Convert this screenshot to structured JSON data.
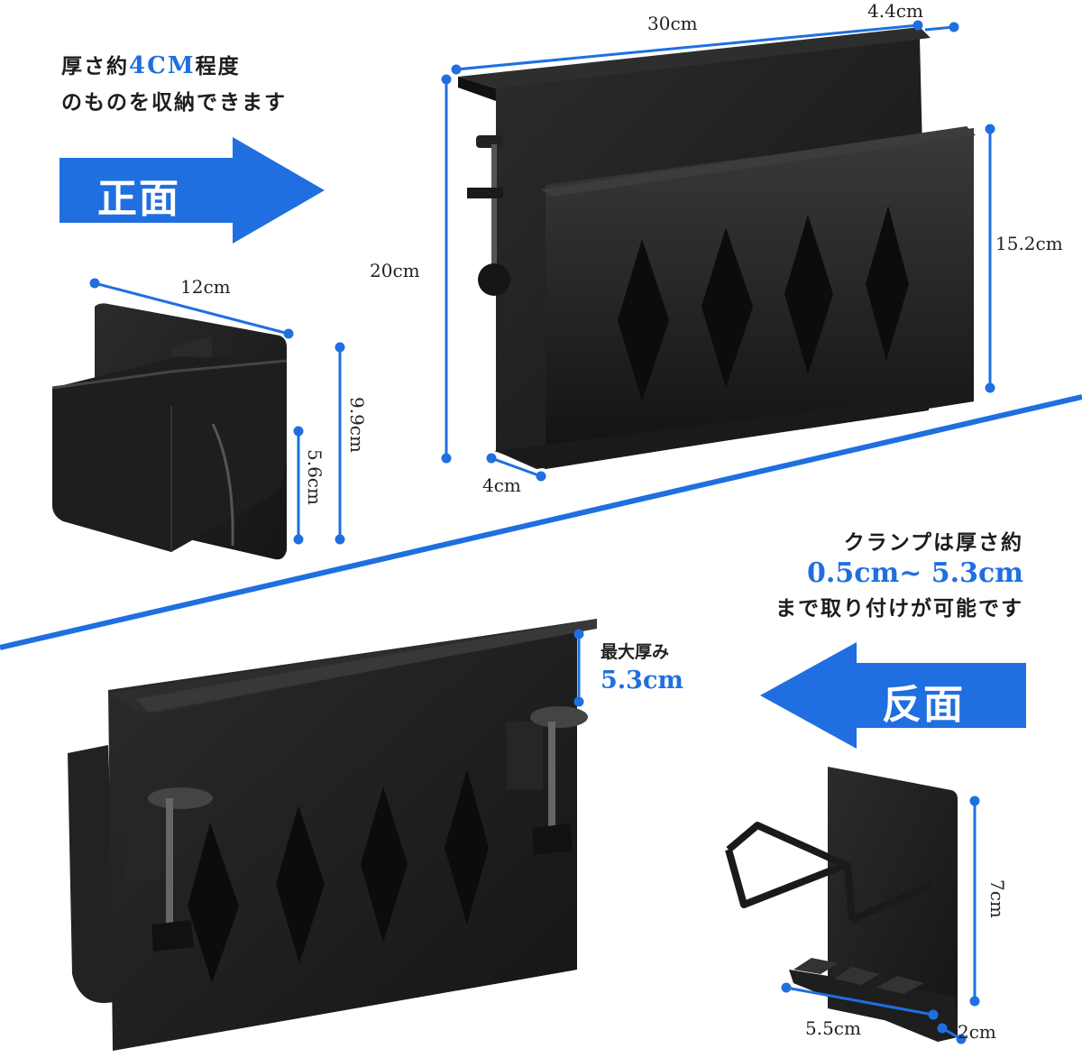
{
  "top_note": {
    "line1_prefix": "厚さ約",
    "line1_highlight": "4CM",
    "line1_suffix": "程度",
    "line2": "のものを収納できます"
  },
  "front_label": "正面",
  "back_label": "反面",
  "dims": {
    "main_width": "30cm",
    "main_depth_top": "4.4cm",
    "main_height": "20cm",
    "main_inner_height": "15.2cm",
    "main_depth_bottom": "4cm",
    "cup_width": "12cm",
    "cup_height": "9.9cm",
    "cup_inner_height": "5.6cm",
    "hook_height": "7cm",
    "hook_width": "5.5cm",
    "hook_depth": "2cm"
  },
  "clamp_note": {
    "line1": "クランプは厚さ約",
    "range": "0.5cm~ 5.3cm",
    "line3": "まで取り付けが可能です"
  },
  "max_thickness": {
    "label": "最大厚み",
    "value": "5.3cm"
  },
  "colors": {
    "accent": "#1f6fe0",
    "product": "#1c1c1c"
  }
}
